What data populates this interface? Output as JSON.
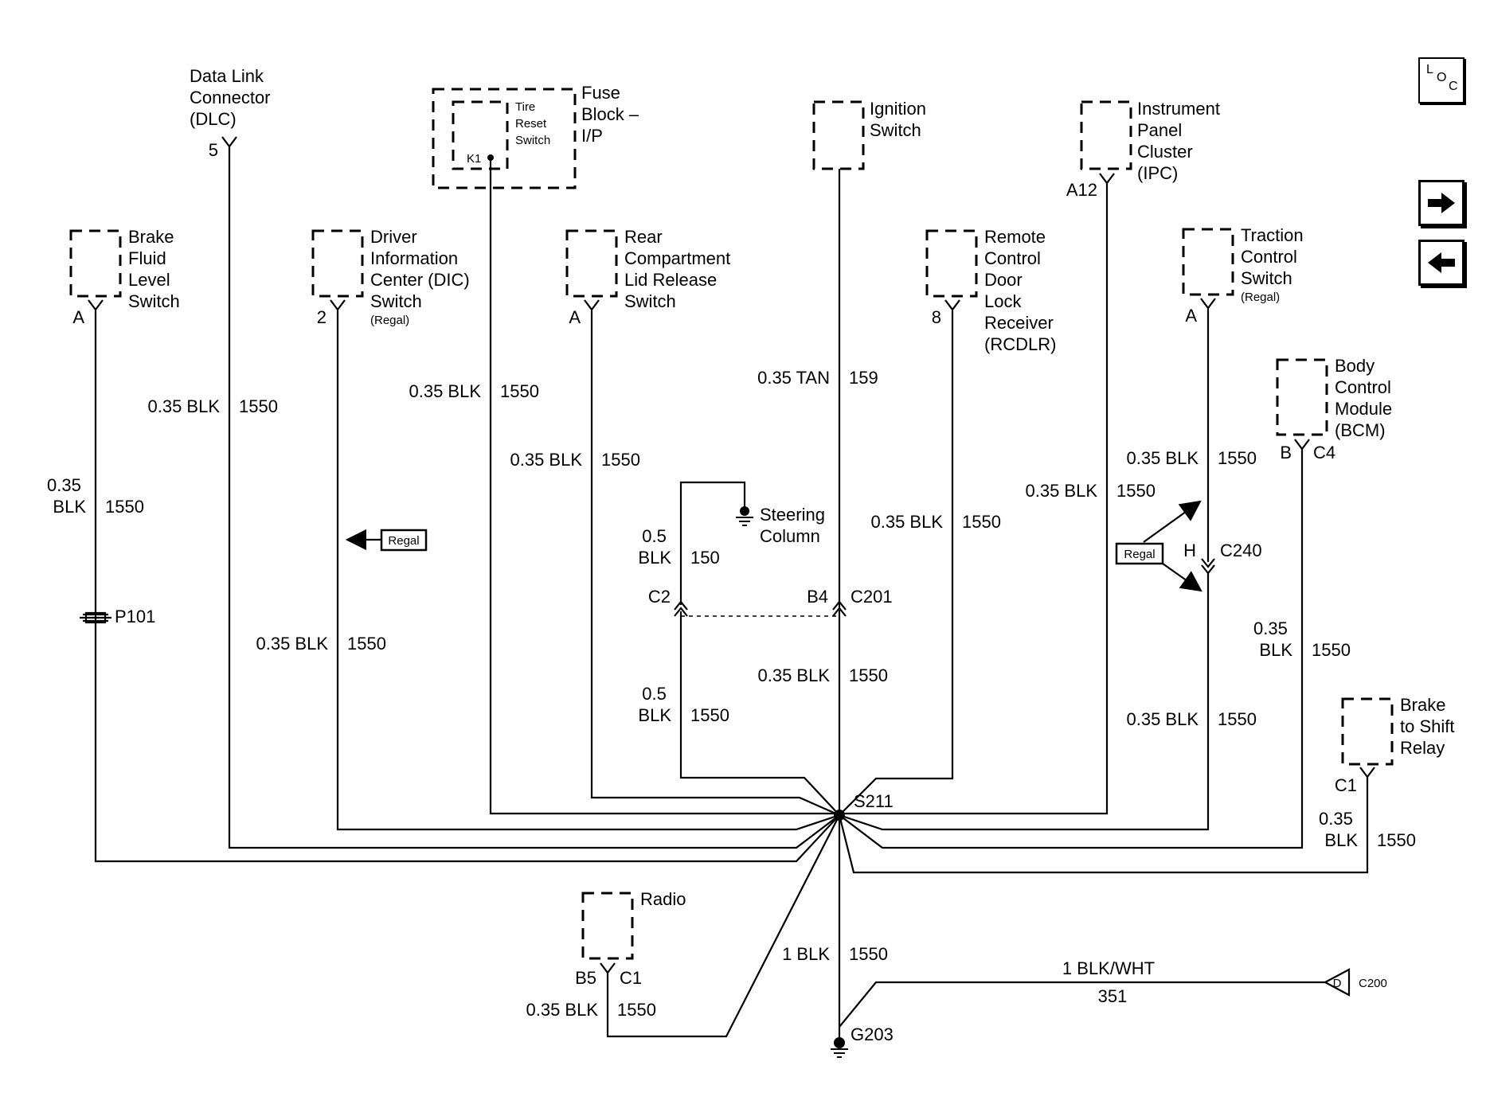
{
  "components": {
    "dlc": [
      "Data Link",
      "Connector",
      "(DLC)"
    ],
    "fuse_block": [
      "Fuse",
      "Block –",
      "I/P"
    ],
    "tire_reset": [
      "Tire",
      "Reset",
      "Switch"
    ],
    "tire_pin": "K1",
    "ignition": [
      "Ignition",
      "Switch"
    ],
    "ipc": [
      "Instrument",
      "Panel",
      "Cluster",
      "(IPC)"
    ],
    "brake_fluid": [
      "Brake",
      "Fluid",
      "Level",
      "Switch"
    ],
    "dic": [
      "Driver",
      "Information",
      "Center (DIC)",
      "Switch"
    ],
    "dic_note": "(Regal)",
    "rear_lid": [
      "Rear",
      "Compartment",
      "Lid Release",
      "Switch"
    ],
    "rcdlr": [
      "Remote",
      "Control",
      "Door",
      "Lock",
      "Receiver",
      "(RCDLR)"
    ],
    "traction": [
      "Traction",
      "Control",
      "Switch"
    ],
    "traction_note": "(Regal)",
    "bcm": [
      "Body",
      "Control",
      "Module",
      "(BCM)"
    ],
    "steering": [
      "Steering",
      "Column"
    ],
    "brake_shift": [
      "Brake",
      "to Shift",
      "Relay"
    ],
    "radio": "Radio"
  },
  "pins": {
    "dlc": "5",
    "ipc": "A12",
    "brake_fluid": "A",
    "dic": "2",
    "rear_lid": "A",
    "rcdlr": "8",
    "traction": "A",
    "bcm_b": "B",
    "bcm_c": "C4",
    "c2": "C2",
    "b4": "B4",
    "c201": "C201",
    "c240_h": "H",
    "c240": "C240",
    "brake_shift": "C1",
    "radio_b5": "B5",
    "radio_c1": "C1",
    "d": "D",
    "c200": "C200"
  },
  "wires": {
    "dlc": {
      "gauge": "0.35 BLK",
      "circuit": "1550"
    },
    "tire": {
      "gauge": "0.35 BLK",
      "circuit": "1550"
    },
    "ignition": {
      "gauge": "0.35 TAN",
      "circuit": "159"
    },
    "rear_lid": {
      "gauge": "0.35 BLK",
      "circuit": "1550"
    },
    "brake_fluid": {
      "gauge": [
        "0.35",
        "BLK"
      ],
      "circuit": "1550"
    },
    "dic": {
      "gauge": "0.35 BLK",
      "circuit": "1550"
    },
    "steering": {
      "gauge": [
        "0.5",
        "BLK"
      ],
      "circuit": "150"
    },
    "c2_lower": {
      "gauge": [
        "0.5",
        "BLK"
      ],
      "circuit": "1550"
    },
    "c201_lower": {
      "gauge": "0.35 BLK",
      "circuit": "1550"
    },
    "rcdlr": {
      "gauge": "0.35 BLK",
      "circuit": "1550"
    },
    "ipc": {
      "gauge": "0.35 BLK",
      "circuit": "1550"
    },
    "traction_upper": {
      "gauge": "0.35 BLK",
      "circuit": "1550"
    },
    "traction_lower": {
      "gauge": "0.35 BLK",
      "circuit": "1550"
    },
    "bcm": {
      "gauge": [
        "0.35",
        "BLK"
      ],
      "circuit": "1550"
    },
    "brake_shift": {
      "gauge": [
        "0.35",
        "BLK"
      ],
      "circuit": "1550"
    },
    "ground": {
      "gauge": "1 BLK",
      "circuit": "1550"
    },
    "radio": {
      "gauge": "0.35 BLK",
      "circuit": "1550"
    },
    "c200": {
      "gauge": "1 BLK/WHT",
      "circuit": "351"
    }
  },
  "splice": "S211",
  "ground_point": "G203",
  "connector_p101": "P101",
  "regal_tag": "Regal",
  "nav": {
    "loc_button": {
      "l": "L",
      "o": "O",
      "c": "C"
    },
    "forward_icon": "arrow-right-icon",
    "back_icon": "arrow-left-icon"
  }
}
